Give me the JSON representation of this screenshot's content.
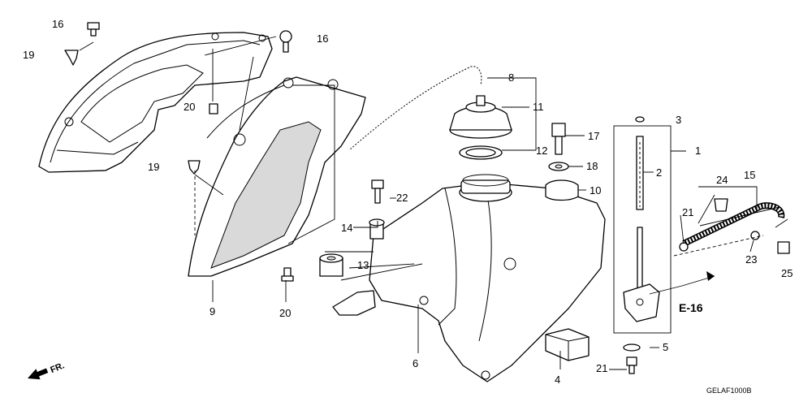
{
  "diagram": {
    "figure_code": "GELAF1000B",
    "ref_label": "E-16",
    "direction_label": "FR.",
    "callouts": [
      "1",
      "2",
      "3",
      "4",
      "5",
      "6",
      "8",
      "9",
      "10",
      "11",
      "12",
      "13",
      "14",
      "15",
      "16",
      "16",
      "17",
      "18",
      "19",
      "19",
      "20",
      "20",
      "21",
      "21",
      "22",
      "23",
      "24",
      "25"
    ]
  }
}
